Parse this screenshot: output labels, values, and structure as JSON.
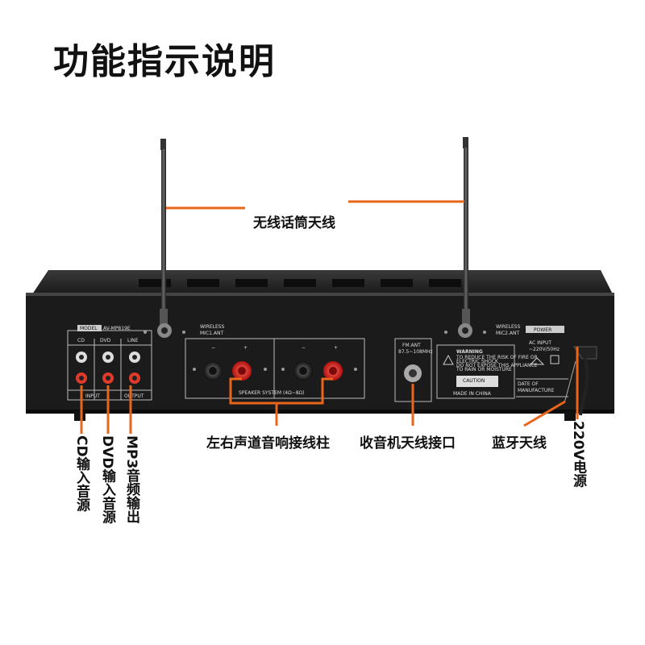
{
  "title": "功能指示说明",
  "callouts": {
    "antenna": "无线话筒天线",
    "speaker": "左右声道音响接线柱",
    "fm": "收音机天线接口",
    "bluetooth": "蓝牙天线",
    "power": "220V电源",
    "cd": "CD输入音源",
    "dvd": "DVD输入音源",
    "mp3": "MP3音频输出"
  },
  "panel": {
    "model_label": "MODEL",
    "model_value": "AV-MP819E",
    "cd": "CD",
    "dvd": "DVD",
    "line": "LINE",
    "input": "INPUT",
    "output": "OUTPUT",
    "wireless": "WIRELESS",
    "mic1": "MIC1.ANT",
    "mic2": "MIC2.ANT",
    "speaker_system": "SPEAKER SYSTEM (4Ω~8Ω)",
    "fm_ant": "FM.ANT",
    "fm_range": "87.5~108MHz",
    "warning": "WARNING",
    "warning_lines": [
      "TO REDUCE THE RISK OF FIRE OR",
      "ELECTRIC SHOCK",
      "DO NOT EXPOSE THIS APPLIANCE",
      "TO RAIN OR MOISTURE"
    ],
    "caution": "CAUTION",
    "made_in": "MADE IN CHINA",
    "power_label": "POWER",
    "ac_input": "AC INPUT",
    "ac_value": "~220V/50Hz",
    "date_of": "DATE OF",
    "manufacture": "MANUFACTURE"
  },
  "colors": {
    "accent": "#e8651a"
  }
}
